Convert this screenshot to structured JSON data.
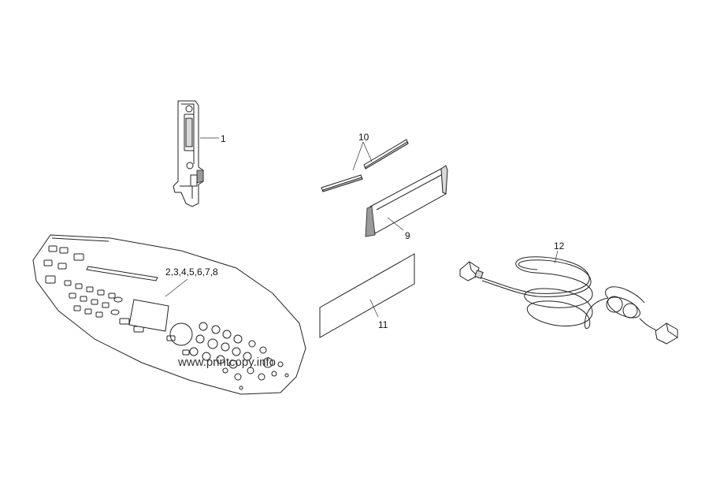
{
  "callouts": {
    "part_1": "1",
    "part_panel": "2,3,4,5,6,7,8",
    "part_9": "9",
    "part_10": "10",
    "part_11": "11",
    "part_12": "12"
  },
  "watermark": "www.printcopy.info"
}
